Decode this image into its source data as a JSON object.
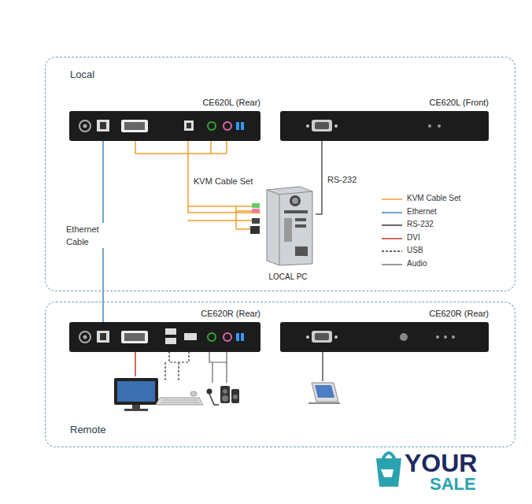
{
  "diagram": {
    "nodes": [
      {
        "text": [
          "Local"
        ]
      },
      {
        "text": [
          "CE620L (Rear)"
        ],
        "in": 0
      },
      {
        "text": [
          "CE620L (Front)"
        ],
        "in": 0
      },
      {
        "text": [
          "LOCAL PC"
        ],
        "in": 0
      },
      {
        "text": [
          "Remote"
        ]
      },
      {
        "text": [
          "CE620R (Rear)"
        ],
        "in": 4
      },
      {
        "text": [
          "CE620R (Rear)"
        ],
        "in": 4
      }
    ],
    "edges": [
      {
        "from": 1,
        "to": 3,
        "label": "KVM Cable Set",
        "arrow": "none"
      },
      {
        "from": 2,
        "to": 3,
        "label": "RS-232",
        "arrow": "none"
      },
      {
        "from": 1,
        "to": 5,
        "label": "Ethernet Cable",
        "arrow": "none"
      }
    ],
    "labels": [
      "YOUR",
      "SALE"
    ],
    "legend": [
      {
        "text": "KVM Cable Set"
      },
      {
        "text": "Ethernet"
      },
      {
        "text": "RS-232"
      },
      {
        "text": "DVI"
      },
      {
        "text": "USB"
      },
      {
        "text": "Audio"
      }
    ]
  }
}
